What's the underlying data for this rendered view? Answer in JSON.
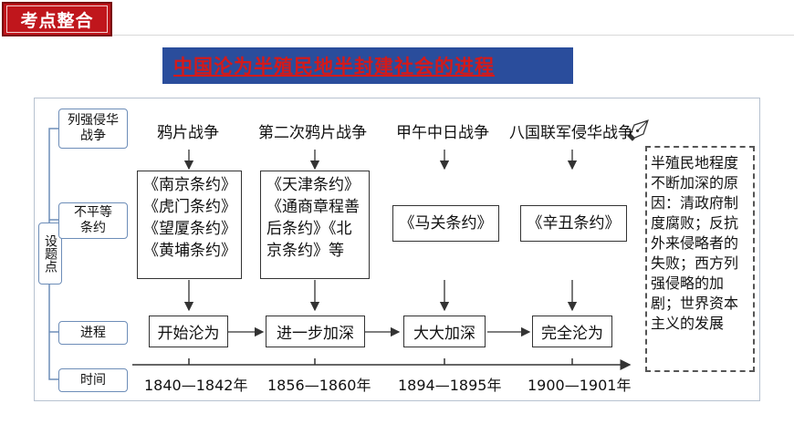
{
  "badge": "考点整合",
  "title": "中国沦为半殖民地半封建社会的进程",
  "sidebar": {
    "root": "设题点",
    "rows": [
      "列强侵华战争",
      "不平等条约",
      "进程",
      "时间"
    ]
  },
  "columns": [
    {
      "war": "鸦片战争",
      "treaties": [
        "《南京条约》",
        "《虎门条约》",
        "《望厦条约》",
        "《黄埔条约》"
      ],
      "process": "开始沦为",
      "time": "1840—1842年"
    },
    {
      "war": "第二次鸦片战争",
      "treaties": [
        "《天津条约》",
        "《通商章程善",
        "后条约》《北",
        "京条约》等"
      ],
      "process": "进一步加深",
      "time": "1856—1860年"
    },
    {
      "war": "甲午中日战争",
      "treaties": [
        "《马关条约》"
      ],
      "process": "大大加深",
      "time": "1894—1895年"
    },
    {
      "war": "八国联军侵华战争",
      "treaties": [
        "《辛丑条约》"
      ],
      "process": "完全沦为",
      "time": "1900—1901年"
    }
  ],
  "note": "半殖民地程度不断加深的原因：清政府制度腐败；反抗外来侵略者的失败；西方列强侵略的加剧；世界资本主义的发展",
  "icons": {
    "pen": "pen-nib-icon"
  },
  "colors": {
    "badge_red": "#c0161c",
    "title_blue": "#2a4d9c",
    "title_text": "#d41a1a",
    "label_border": "#6d8db8"
  }
}
